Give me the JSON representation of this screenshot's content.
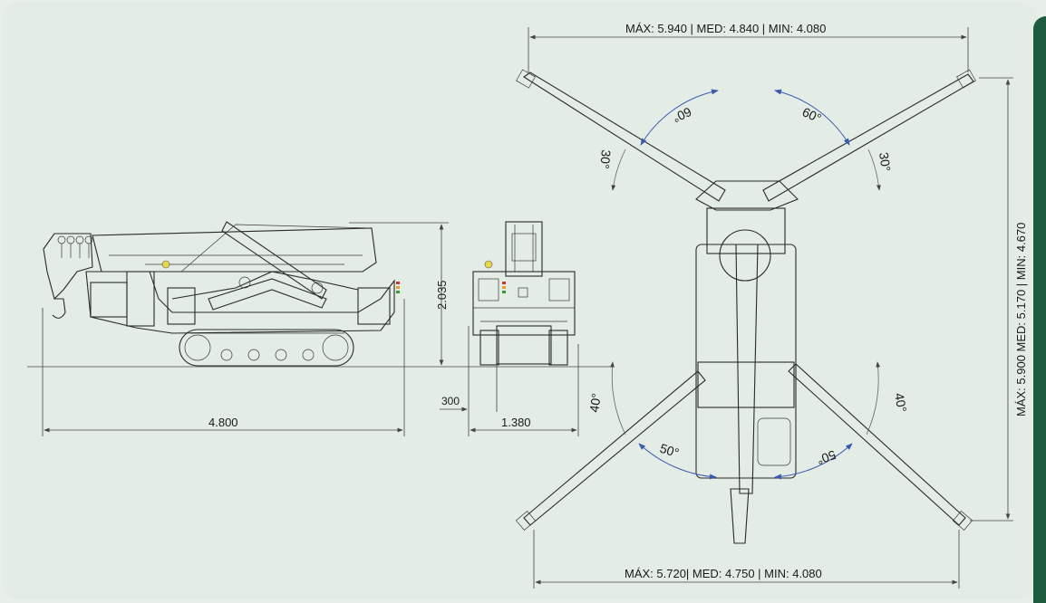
{
  "dimensions": {
    "top_span": "MÁX: 5.940 | MED: 4.840 | MIN: 4.080",
    "bottom_span": "MÁX: 5.720| MED: 4.750 | MIN: 4.080",
    "side_span": "MÁX: 5.900 MED: 5.170 | MIN: 4.670",
    "height": "2.035",
    "length": "4.800",
    "width": "1.380",
    "ground_clearance": "300"
  },
  "angles": {
    "top_left_inner": "60°",
    "top_right_inner": "60°",
    "top_left_outer": "30°",
    "top_right_outer": "30°",
    "bottom_left_outer": "40°",
    "bottom_right_outer": "40°",
    "bottom_left_inner": "50°",
    "bottom_right_inner": "50°"
  },
  "colors": {
    "background": "#e3ece5",
    "accent_edge": "#1e5a3e",
    "angle_arc": "#3a5ab0"
  }
}
